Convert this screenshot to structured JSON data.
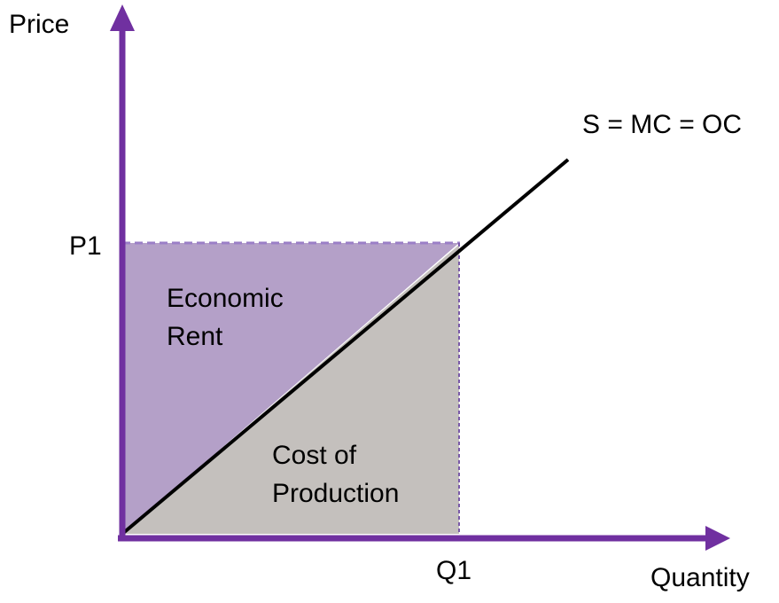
{
  "axes": {
    "y_label": "Price",
    "x_label": "Quantity",
    "p_tick": "P1",
    "q_tick": "Q1"
  },
  "curve": {
    "label": "S = MC = OC"
  },
  "regions": {
    "rent_line1": "Economic",
    "rent_line2": "Rent",
    "cost_line1": "Cost of",
    "cost_line2": "Production"
  },
  "colors": {
    "axis": "#7030a0",
    "rent_fill": "#b4a0c8",
    "cost_fill": "#c4c0bd",
    "dashed_border": "#9b7fc7",
    "curve": "#000000"
  }
}
